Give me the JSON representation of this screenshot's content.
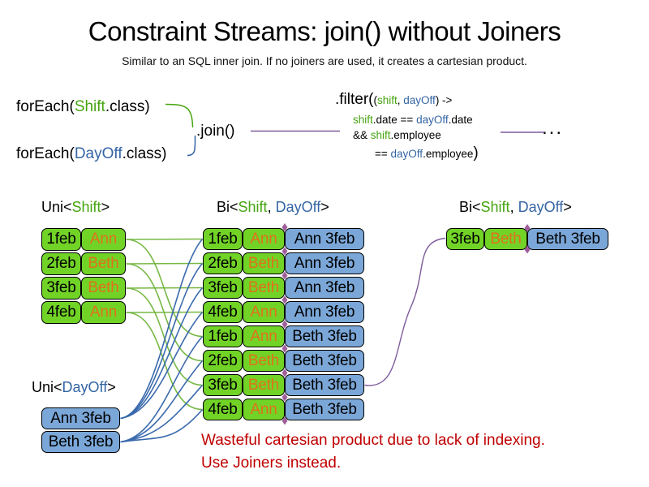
{
  "header": {
    "title": "Constraint Streams: join() without Joiners",
    "subtitle": "Similar to an SQL inner join. If no joiners are used, it creates a cartesian product."
  },
  "code": {
    "foreach_shift": {
      "segs": [
        {
          "t": "forEach(",
          "c": "k"
        },
        {
          "t": "Shift",
          "c": "g"
        },
        {
          "t": ".class)",
          "c": "k"
        }
      ]
    },
    "foreach_dayoff": {
      "segs": [
        {
          "t": "forEach(",
          "c": "k"
        },
        {
          "t": "DayOff",
          "c": "b"
        },
        {
          "t": ".class)",
          "c": "k"
        }
      ]
    },
    "join_label": ".join()",
    "filter": {
      "head_large": ".filter(",
      "head_segs": [
        {
          "t": "(",
          "c": "k"
        },
        {
          "t": "shift",
          "c": "g"
        },
        {
          "t": ", ",
          "c": "k"
        },
        {
          "t": "dayOff",
          "c": "b"
        },
        {
          "t": ") ->",
          "c": "k"
        }
      ],
      "line2": [
        {
          "t": "shift",
          "c": "g"
        },
        {
          "t": ".date == ",
          "c": "k"
        },
        {
          "t": "dayOff",
          "c": "b"
        },
        {
          "t": ".date",
          "c": "k"
        }
      ],
      "line3": [
        {
          "t": "&& ",
          "c": "k"
        },
        {
          "t": "shift",
          "c": "g"
        },
        {
          "t": ".employee",
          "c": "k"
        }
      ],
      "line4": [
        {
          "t": "== ",
          "c": "k"
        },
        {
          "t": "dayOff",
          "c": "b"
        },
        {
          "t": ".employee",
          "c": "k"
        }
      ],
      "close_paren": ")"
    },
    "ellipsis": "..."
  },
  "uni_shift": {
    "label": [
      {
        "t": "Uni<",
        "c": "k"
      },
      {
        "t": "Shift",
        "c": "g"
      },
      {
        "t": ">",
        "c": "k"
      }
    ],
    "rows": [
      {
        "date": "1feb",
        "name": "Ann"
      },
      {
        "date": "2feb",
        "name": "Beth"
      },
      {
        "date": "3feb",
        "name": "Beth"
      },
      {
        "date": "4feb",
        "name": "Ann"
      }
    ]
  },
  "uni_dayoff": {
    "label": [
      {
        "t": "Uni<",
        "c": "k"
      },
      {
        "t": "DayOff",
        "c": "b"
      },
      {
        "t": ">",
        "c": "k"
      }
    ],
    "rows": [
      {
        "text": "Ann 3feb"
      },
      {
        "text": "Beth 3feb"
      }
    ]
  },
  "bi_join": {
    "label": [
      {
        "t": "Bi<",
        "c": "k"
      },
      {
        "t": "Shift",
        "c": "g"
      },
      {
        "t": ", ",
        "c": "k"
      },
      {
        "t": "DayOff",
        "c": "b"
      },
      {
        "t": ">",
        "c": "k"
      }
    ],
    "rows": [
      {
        "date": "1feb",
        "name": "Ann",
        "pair": "Ann 3feb"
      },
      {
        "date": "2feb",
        "name": "Beth",
        "pair": "Ann 3feb"
      },
      {
        "date": "3feb",
        "name": "Beth",
        "pair": "Ann 3feb"
      },
      {
        "date": "4feb",
        "name": "Ann",
        "pair": "Ann 3feb"
      },
      {
        "date": "1feb",
        "name": "Ann",
        "pair": "Beth 3feb"
      },
      {
        "date": "2feb",
        "name": "Beth",
        "pair": "Beth 3feb"
      },
      {
        "date": "3feb",
        "name": "Beth",
        "pair": "Beth 3feb"
      },
      {
        "date": "4feb",
        "name": "Ann",
        "pair": "Beth 3feb"
      }
    ]
  },
  "bi_result": {
    "label": [
      {
        "t": "Bi<",
        "c": "k"
      },
      {
        "t": "Shift",
        "c": "g"
      },
      {
        "t": ", ",
        "c": "k"
      },
      {
        "t": "DayOff",
        "c": "b"
      },
      {
        "t": ">",
        "c": "k"
      }
    ],
    "rows": [
      {
        "date": "3feb",
        "name": "Beth",
        "pair": "Beth 3feb"
      }
    ]
  },
  "connections": {
    "shift_to_join": [
      [
        0,
        0
      ],
      [
        0,
        4
      ],
      [
        1,
        1
      ],
      [
        1,
        5
      ],
      [
        2,
        2
      ],
      [
        2,
        6
      ],
      [
        3,
        3
      ],
      [
        3,
        7
      ]
    ],
    "dayoff_to_join": [
      [
        0,
        0
      ],
      [
        0,
        1
      ],
      [
        0,
        2
      ],
      [
        0,
        3
      ],
      [
        1,
        4
      ],
      [
        1,
        5
      ],
      [
        1,
        6
      ],
      [
        1,
        7
      ]
    ],
    "join_to_result": [
      [
        6,
        0
      ]
    ]
  },
  "warning": {
    "line1": "Wasteful cartesian product due to lack of indexing.",
    "line2": "Use Joiners instead."
  },
  "colors": {
    "shift_fill": "#72d327",
    "dayoff_fill": "#7ba7d8",
    "shift_text": "#46a410",
    "dayoff_text": "#3465a4",
    "employee_text": "#e0711c",
    "line_green": "#76b844",
    "line_blue": "#3a6aad",
    "line_purple": "#7d5c9b",
    "diamond": "#a05f9b",
    "warning_red": "#bf0000"
  }
}
